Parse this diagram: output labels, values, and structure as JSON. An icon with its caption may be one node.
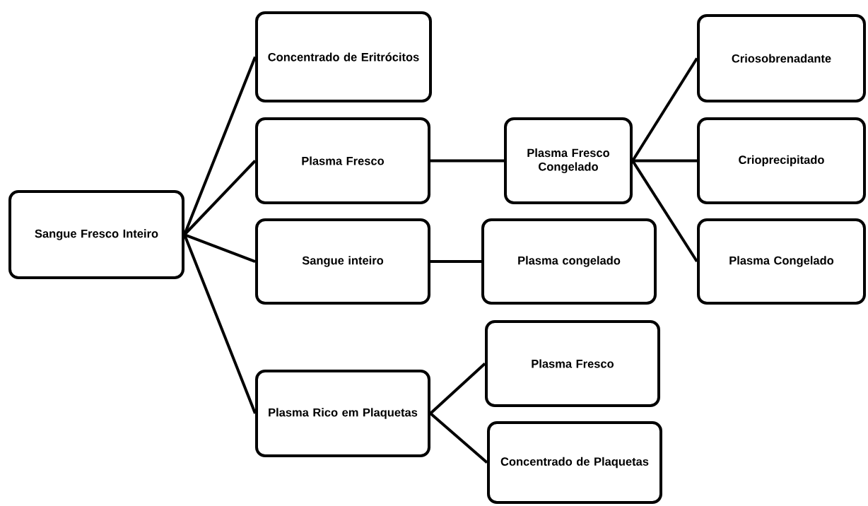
{
  "diagram": {
    "nodes": [
      {
        "text": [
          "Sangue Fresco Inteiro"
        ]
      },
      {
        "text": [
          "Concentrado de Eritrócitos"
        ]
      },
      {
        "text": [
          "Plasma Fresco"
        ]
      },
      {
        "text": [
          "Sangue inteiro"
        ]
      },
      {
        "text": [
          "Plasma Rico em Plaquetas"
        ]
      },
      {
        "text": [
          "Plasma Fresco Congelado"
        ]
      },
      {
        "text": [
          "Plasma congelado"
        ]
      },
      {
        "text": [
          "Criosobrenadante"
        ]
      },
      {
        "text": [
          "Crioprecipitado"
        ]
      },
      {
        "text": [
          "Plasma Congelado"
        ]
      },
      {
        "text": [
          "Plasma Fresco"
        ]
      },
      {
        "text": [
          "Concentrado de Plaquetas"
        ]
      }
    ],
    "edges": [
      {
        "from": 0,
        "to": 1,
        "arrow": "none"
      },
      {
        "from": 0,
        "to": 2,
        "arrow": "none"
      },
      {
        "from": 0,
        "to": 3,
        "arrow": "none"
      },
      {
        "from": 0,
        "to": 4,
        "arrow": "none"
      },
      {
        "from": 2,
        "to": 5,
        "arrow": "none"
      },
      {
        "from": 3,
        "to": 6,
        "arrow": "none"
      },
      {
        "from": 5,
        "to": 7,
        "arrow": "none"
      },
      {
        "from": 5,
        "to": 8,
        "arrow": "none"
      },
      {
        "from": 5,
        "to": 9,
        "arrow": "none"
      },
      {
        "from": 4,
        "to": 10,
        "arrow": "none"
      },
      {
        "from": 4,
        "to": 11,
        "arrow": "none"
      }
    ]
  }
}
